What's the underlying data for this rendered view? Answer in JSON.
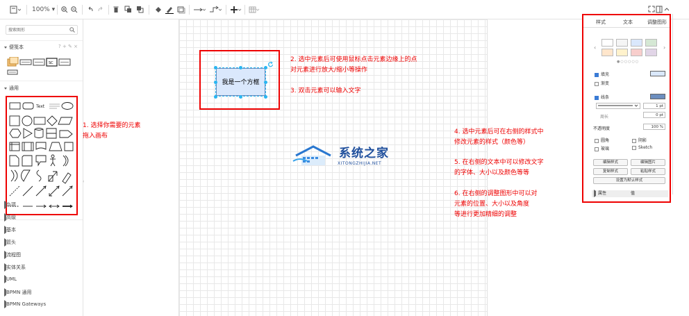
{
  "toolbar": {
    "zoom": "100%",
    "icons": [
      "page-view-icon",
      "zoom-in-icon",
      "zoom-out-icon",
      "undo-icon",
      "redo-icon",
      "delete-icon",
      "to-front-icon",
      "to-back-icon",
      "fill-color-icon",
      "line-color-icon",
      "shadow-icon",
      "connection-icon",
      "waypoints-icon",
      "insert-icon",
      "table-icon",
      "fullscreen-icon",
      "collapse-icon"
    ]
  },
  "sidebar": {
    "search_placeholder": "搜索图形",
    "scratchpad": {
      "title": "便笺本",
      "tools": "? + ✎ ×"
    },
    "general": {
      "title": "通用"
    },
    "categories": [
      "杂项",
      "高级",
      "基本",
      "箭头",
      "流程图",
      "实体关系",
      "UML",
      "BPMN 通用",
      "BPMN Gateways"
    ]
  },
  "canvas": {
    "node_label": "我是一个方框",
    "annotations": {
      "a1": "1. 选择你需要的元素\n    拖入画布",
      "a2": "2. 选中元素后可使用鼠标点击元素边缘上的点\n    对元素进行放大/缩小等操作",
      "a3": "3. 双击元素可以输入文字",
      "a4": "4. 选中元素后可在右侧的样式中\n    修改元素的样式（颜色等）",
      "a5": "5. 在右侧的文本中可以修改文字\n    的字体、大小以及颜色等等",
      "a6": "6. 在右侧的调整图形中可以对\n    元素的位置、大小以及角度\n    等进行更加精细的调整"
    },
    "watermark": {
      "title": "系统之家",
      "sub": "XITONGZHIJIA.NET"
    }
  },
  "panel": {
    "tabs": [
      "样式",
      "文本",
      "调整图形"
    ],
    "fill": "填充",
    "gradient": "渐变",
    "line": "线条",
    "line_width": "1 pt",
    "perimeter_label": "周长",
    "perimeter_value": "0 pt",
    "opacity_label": "不透明度",
    "opacity_value": "100 %",
    "rounded": "圆角",
    "shadow": "阴影",
    "glass": "玻璃",
    "sketch": "Sketch",
    "buttons": {
      "edit_style": "编辑样式",
      "edit_image": "编辑图片",
      "copy_style": "复制样式",
      "paste_style": "粘贴样式",
      "set_default": "设置为默认样式"
    },
    "prop_header": "属性",
    "prop_value_header": "值"
  },
  "colors": {
    "accent_red": "#ee0000",
    "node_fill": "#dae8fc",
    "node_stroke": "#6c8ebf",
    "handle": "#29b6f2",
    "watermark": "#1f4f9c"
  }
}
